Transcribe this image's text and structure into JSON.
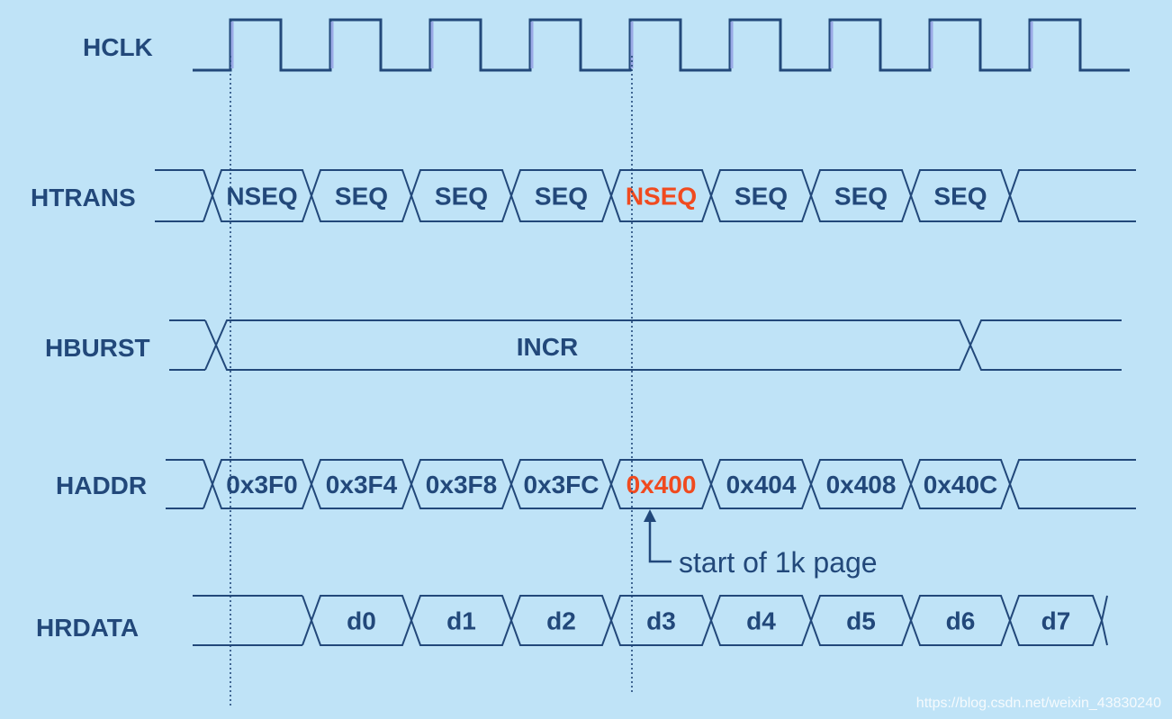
{
  "signals": [
    {
      "id": "hclk",
      "label": "HCLK"
    },
    {
      "id": "htrans",
      "label": "HTRANS"
    },
    {
      "id": "hburst",
      "label": "HBURST"
    },
    {
      "id": "haddr",
      "label": "HADDR"
    },
    {
      "id": "hrdata",
      "label": "HRDATA"
    }
  ],
  "htrans": [
    {
      "text": "NSEQ",
      "highlight": false
    },
    {
      "text": "SEQ",
      "highlight": false
    },
    {
      "text": "SEQ",
      "highlight": false
    },
    {
      "text": "SEQ",
      "highlight": false
    },
    {
      "text": "NSEQ",
      "highlight": true
    },
    {
      "text": "SEQ",
      "highlight": false
    },
    {
      "text": "SEQ",
      "highlight": false
    },
    {
      "text": "SEQ",
      "highlight": false
    }
  ],
  "hburst": {
    "text": "INCR"
  },
  "haddr": [
    {
      "text": "0x3F0",
      "highlight": false
    },
    {
      "text": "0x3F4",
      "highlight": false
    },
    {
      "text": "0x3F8",
      "highlight": false
    },
    {
      "text": "0x3FC",
      "highlight": false
    },
    {
      "text": "0x400",
      "highlight": true
    },
    {
      "text": "0x404",
      "highlight": false
    },
    {
      "text": "0x408",
      "highlight": false
    },
    {
      "text": "0x40C",
      "highlight": false
    }
  ],
  "hrdata": [
    {
      "text": "d0"
    },
    {
      "text": "d1"
    },
    {
      "text": "d2"
    },
    {
      "text": "d3"
    },
    {
      "text": "d4"
    },
    {
      "text": "d5"
    },
    {
      "text": "d6"
    },
    {
      "text": "d7"
    }
  ],
  "annotation": {
    "text": "start of 1k page"
  },
  "watermark": "https://blog.csdn.net/weixin_43830240",
  "colors": {
    "background": "#bfe3f7",
    "signal": "#22487a",
    "highlight": "#f04a1f",
    "clock_edge": "#9aa9e6"
  }
}
